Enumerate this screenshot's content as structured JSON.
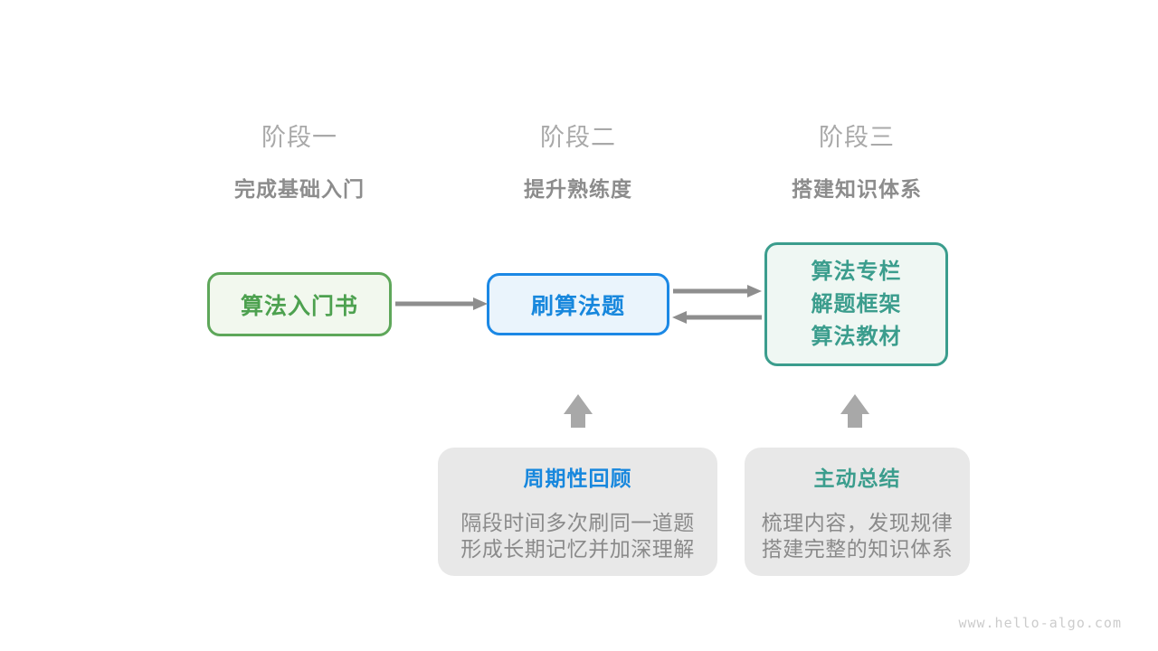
{
  "stages": [
    {
      "label": "阶段一",
      "subtitle": "完成基础入门"
    },
    {
      "label": "阶段二",
      "subtitle": "提升熟练度"
    },
    {
      "label": "阶段三",
      "subtitle": "搭建知识体系"
    }
  ],
  "nodes": {
    "intro_book": {
      "label": "算法入门书"
    },
    "practice": {
      "label": "刷算法题"
    },
    "resources": {
      "lines": [
        "算法专栏",
        "解题框架",
        "算法教材"
      ]
    }
  },
  "callouts": [
    {
      "title": "周期性回顾",
      "lines": [
        "隔段时间多次刷同一道题",
        "形成长期记忆并加深理解"
      ]
    },
    {
      "title": "主动总结",
      "lines": [
        "梳理内容，发现规律",
        "搭建完整的知识体系"
      ]
    }
  ],
  "watermark": "www.hello-algo.com",
  "icons": {
    "flow_arrows": [
      "arrow-right-icon",
      "arrow-right-icon",
      "arrow-left-icon"
    ],
    "block_arrows": [
      "block-arrow-up-icon",
      "block-arrow-up-icon"
    ]
  },
  "colors": {
    "stage_label": "#a9a9a9",
    "stage_subtitle": "#8c8c8c",
    "green_accent": "#4da14f",
    "green_border": "#5ea75a",
    "green_fill": "#f2f8ee",
    "blue_accent": "#1787dd",
    "blue_border": "#1b88e5",
    "blue_fill": "#eaf4fc",
    "teal_accent": "#3b9d8d",
    "teal_fill": "#eff7f3",
    "callout_fill": "#e8e8e8",
    "body_text": "#8a8a8a",
    "connector_arrow": "#8e8e8e",
    "block_arrow": "#a8a8a8",
    "watermark": "#cccccc"
  }
}
